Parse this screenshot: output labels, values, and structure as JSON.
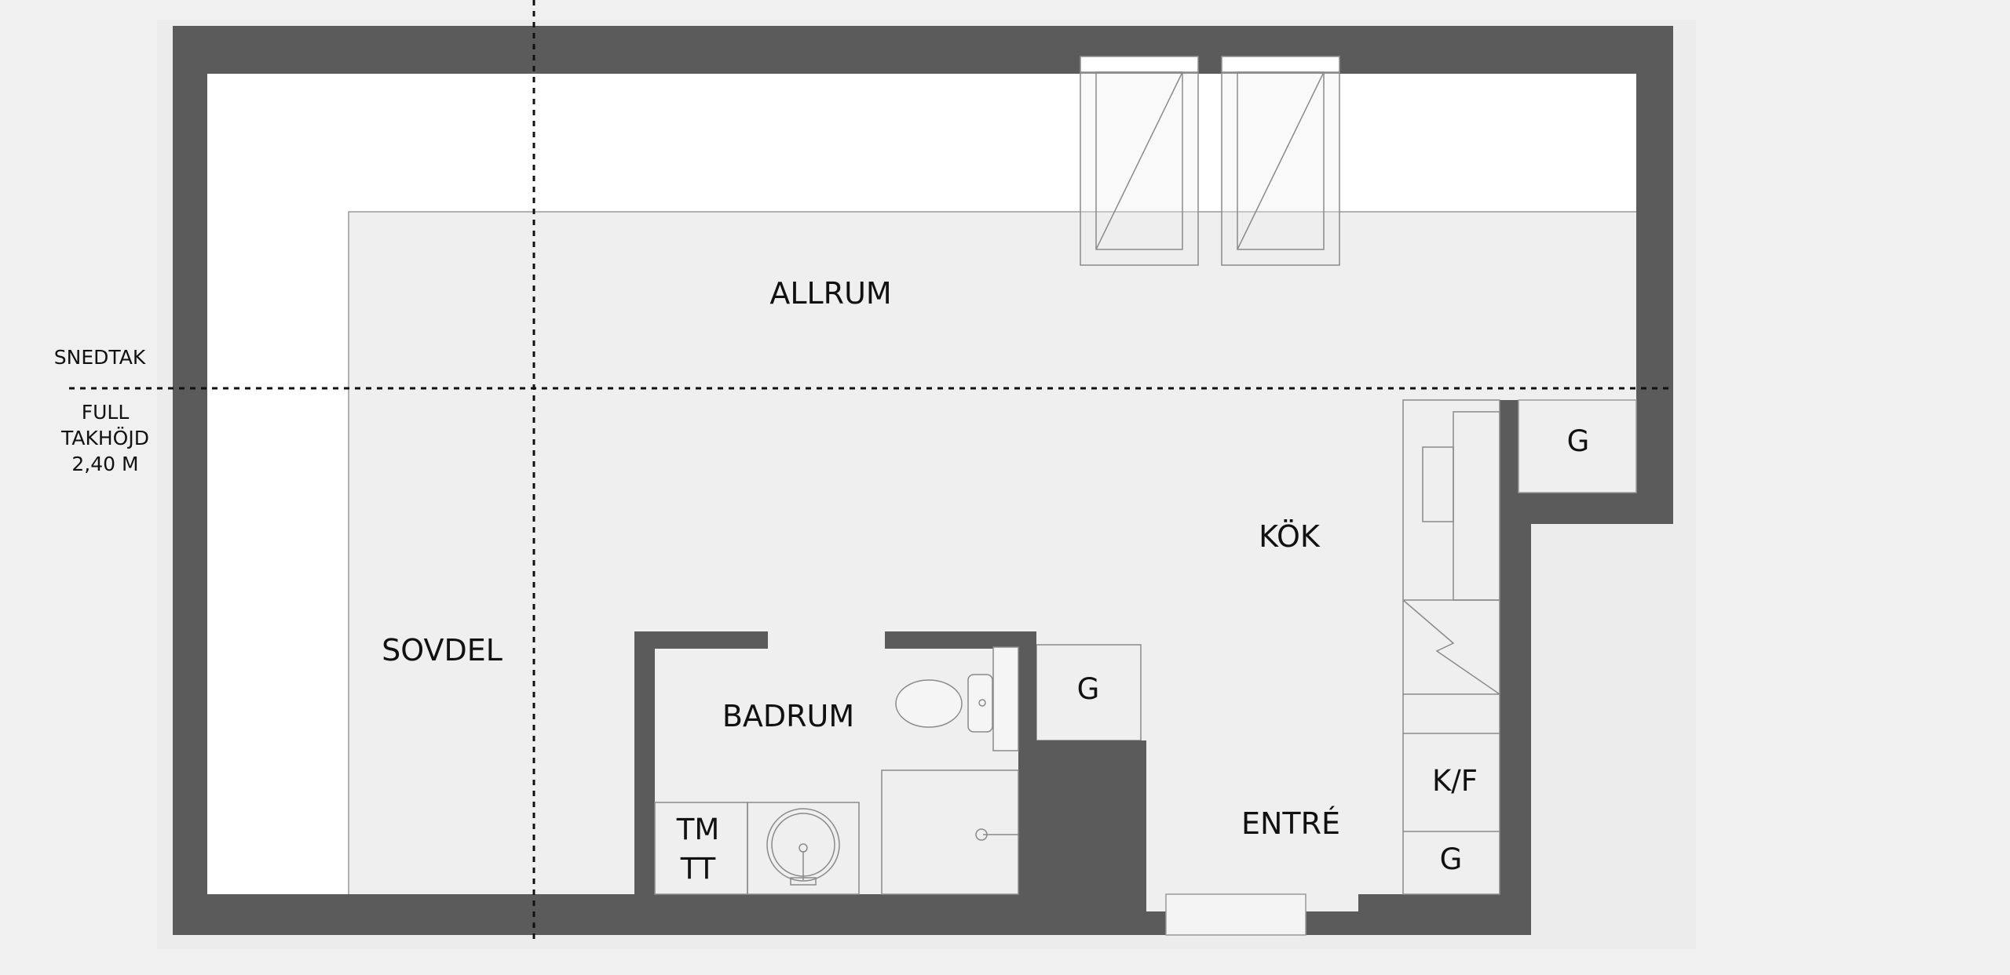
{
  "colors": {
    "background": "#f0f0f0",
    "wall": "#5b5b5b",
    "floor": "#efefef",
    "slope_area": "#ffffff",
    "line": "#8a8a8a",
    "dash": "#111111"
  },
  "side_labels": {
    "sloped": "SNEDTAK",
    "full_line1": "FULL",
    "full_line2": "TAKHÖJD",
    "full_line3": "2,40 M"
  },
  "rooms": {
    "living": "ALLRUM",
    "kitchen": "KÖK",
    "sleeping": "SOVDEL",
    "bathroom": "BADRUM",
    "entrance": "ENTRÉ",
    "washer": "TM",
    "dryer": "TT",
    "fridge_freezer": "K/F",
    "wardrobe_top": "G",
    "wardrobe_mid": "G",
    "wardrobe_bottom": "G"
  }
}
